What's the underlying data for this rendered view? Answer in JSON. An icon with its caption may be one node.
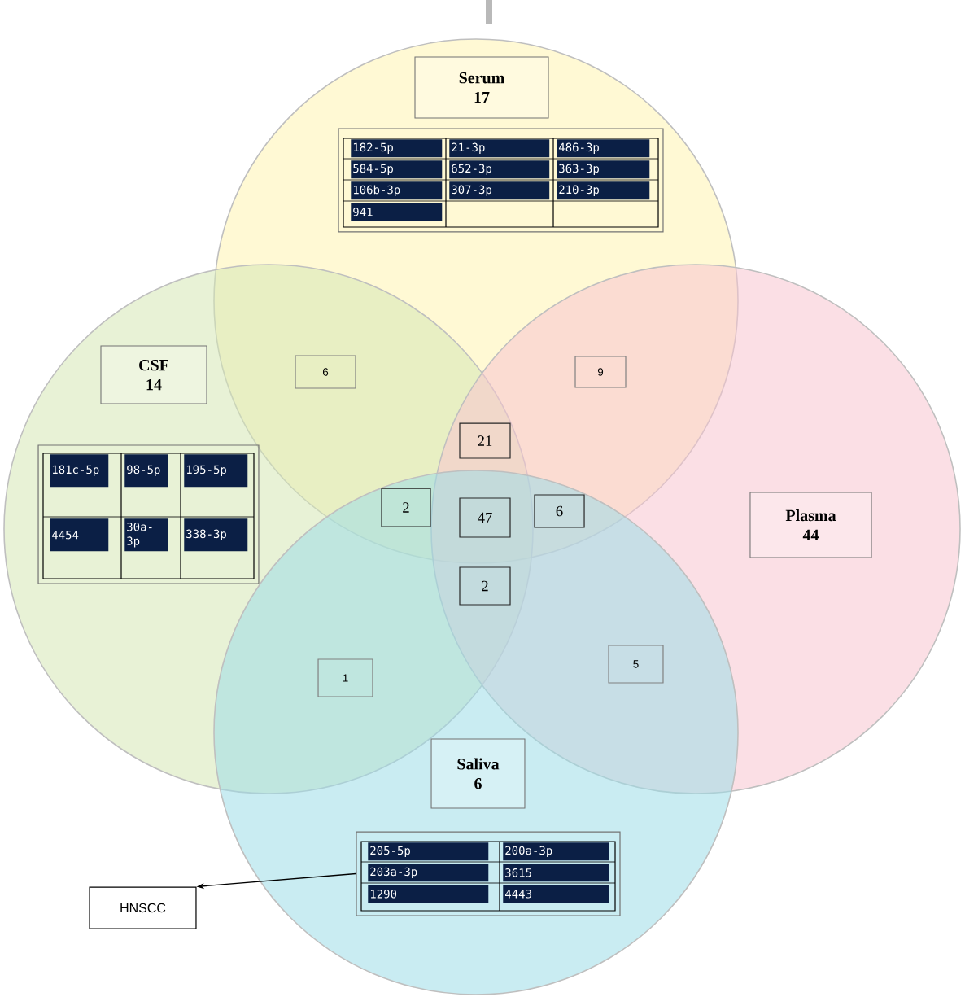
{
  "diagram": {
    "nodes": [
      {
        "text": [
          "Serum",
          "17"
        ]
      },
      {
        "text": [
          "182-5p",
          "21-3p",
          "486-3p",
          "584-5p",
          "652-3p",
          "363-3p",
          "106b-3p",
          "307-3p",
          "210-3p",
          "941"
        ]
      },
      {
        "text": [
          "CSF",
          "14"
        ]
      },
      {
        "text": [
          "181c-5p",
          "98-5p",
          "195-5p",
          "4454",
          "30a-3p",
          "338-3p"
        ]
      },
      {
        "text": [
          "Plasma",
          "44"
        ]
      },
      {
        "text": [
          "Saliva",
          "6"
        ]
      },
      {
        "text": [
          "205-5p",
          "200a-3p",
          "203a-3p",
          "3615",
          "1290",
          "4443"
        ]
      },
      {
        "text": [
          "6"
        ]
      },
      {
        "text": [
          "9"
        ]
      },
      {
        "text": [
          "21"
        ]
      },
      {
        "text": [
          "2"
        ]
      },
      {
        "text": [
          "47"
        ]
      },
      {
        "text": [
          "6"
        ]
      },
      {
        "text": [
          "2"
        ]
      },
      {
        "text": [
          "1"
        ]
      },
      {
        "text": [
          "5"
        ]
      },
      {
        "text": [
          "HNSCC"
        ]
      }
    ],
    "edges": [
      {
        "from": 6,
        "to": 16,
        "arrow": "to"
      }
    ]
  }
}
